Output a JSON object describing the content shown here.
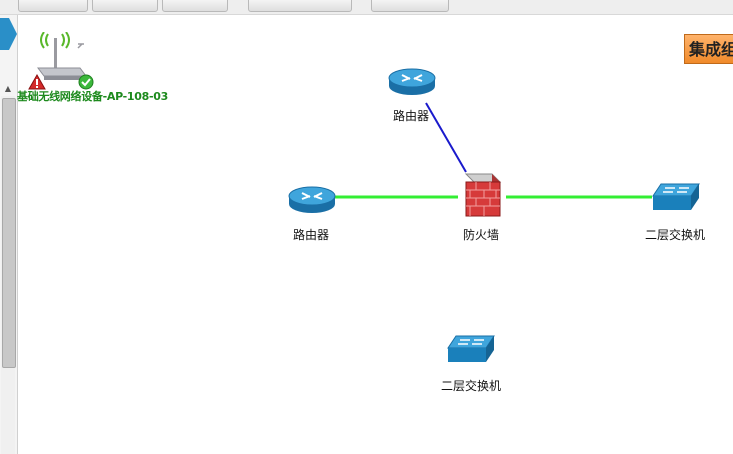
{
  "canvas": {
    "integration_button_label": "集成组",
    "wireless_device_label": "基础无线网络设备-AP-108-03"
  },
  "nodes": [
    {
      "id": "router-top",
      "type": "router",
      "label": "路由器"
    },
    {
      "id": "router-left",
      "type": "router",
      "label": "路由器"
    },
    {
      "id": "firewall",
      "type": "firewall",
      "label": "防火墙"
    },
    {
      "id": "switch-right",
      "type": "switch",
      "label": "二层交换机"
    },
    {
      "id": "switch-bottom",
      "type": "switch",
      "label": "二层交换机"
    }
  ],
  "links": [
    {
      "from": "router-top",
      "to": "firewall",
      "color": "#1a1acc"
    },
    {
      "from": "router-left",
      "to": "firewall",
      "color": "#33ee33"
    },
    {
      "from": "firewall",
      "to": "switch-right",
      "color": "#33ee33"
    }
  ],
  "status_icons": {
    "warning": "warning-icon",
    "ok": "check-icon"
  }
}
